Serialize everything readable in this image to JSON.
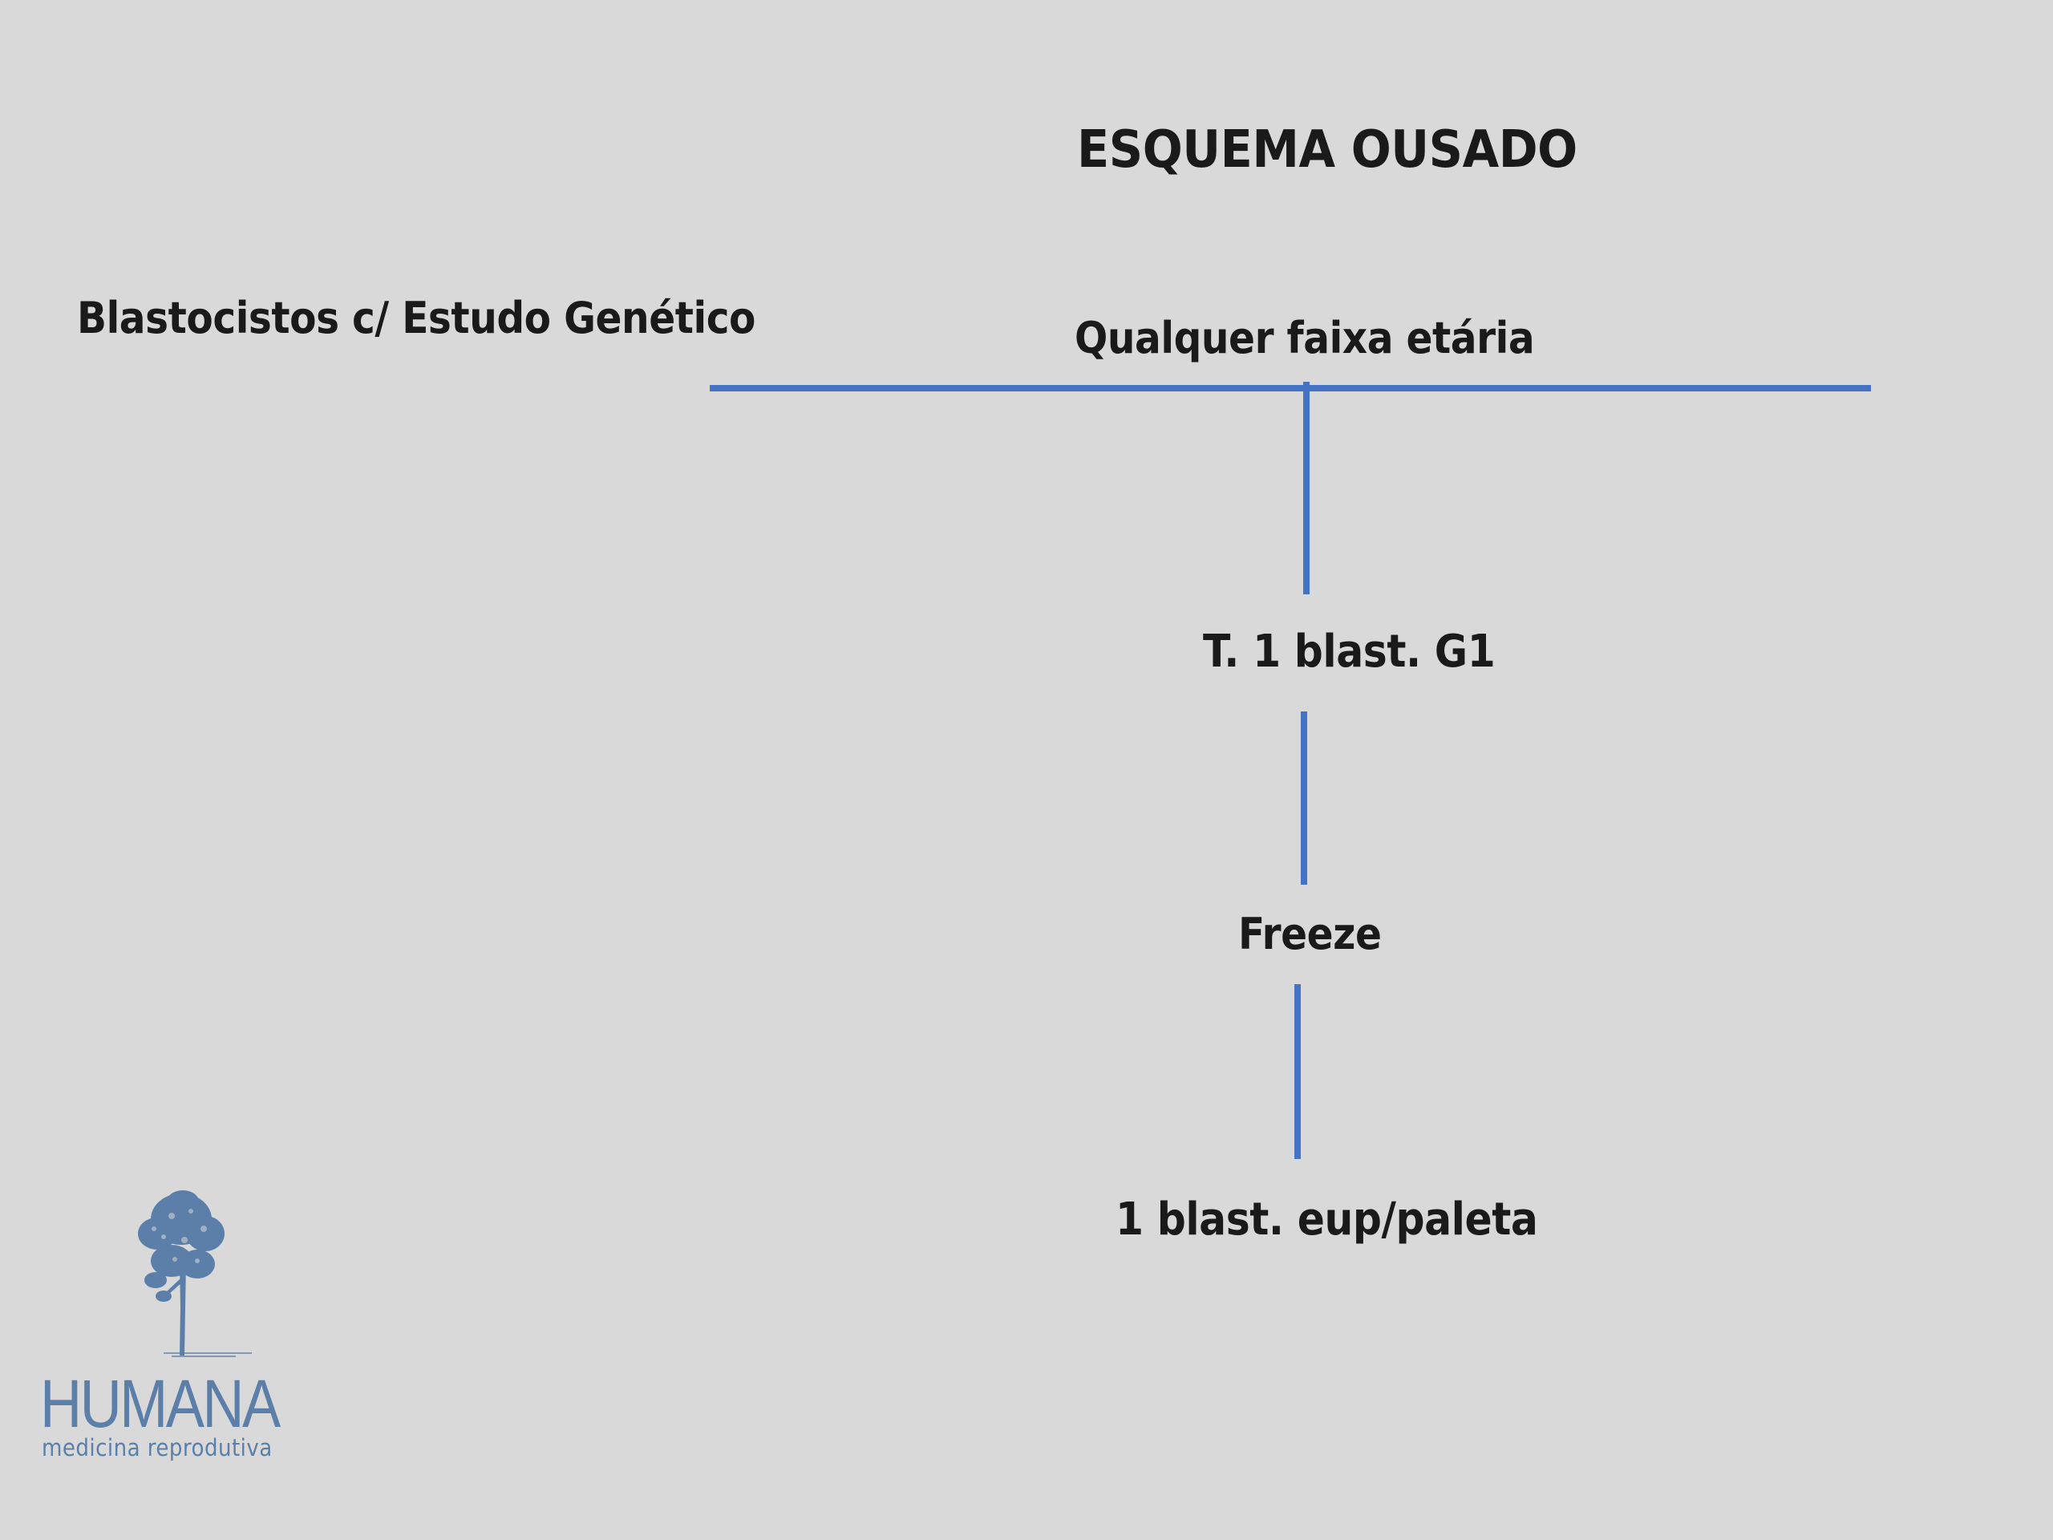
{
  "slide": {
    "title": "ESQUEMA OUSADO",
    "row_label": "Blastocistos c/ Estudo Genético",
    "column_label": "Qualquer faixa etária",
    "steps": [
      "T. 1 blast. G1",
      "Freeze",
      "1 blast. eup/paleta"
    ]
  },
  "logo": {
    "name": "HUMANA",
    "tagline": "medicina reprodutiva",
    "icon": "tree-icon"
  },
  "colors": {
    "background": "#d9d9d9",
    "connector": "#4472c4",
    "text": "#1a1a1a",
    "logo": "#5b7fa8"
  }
}
